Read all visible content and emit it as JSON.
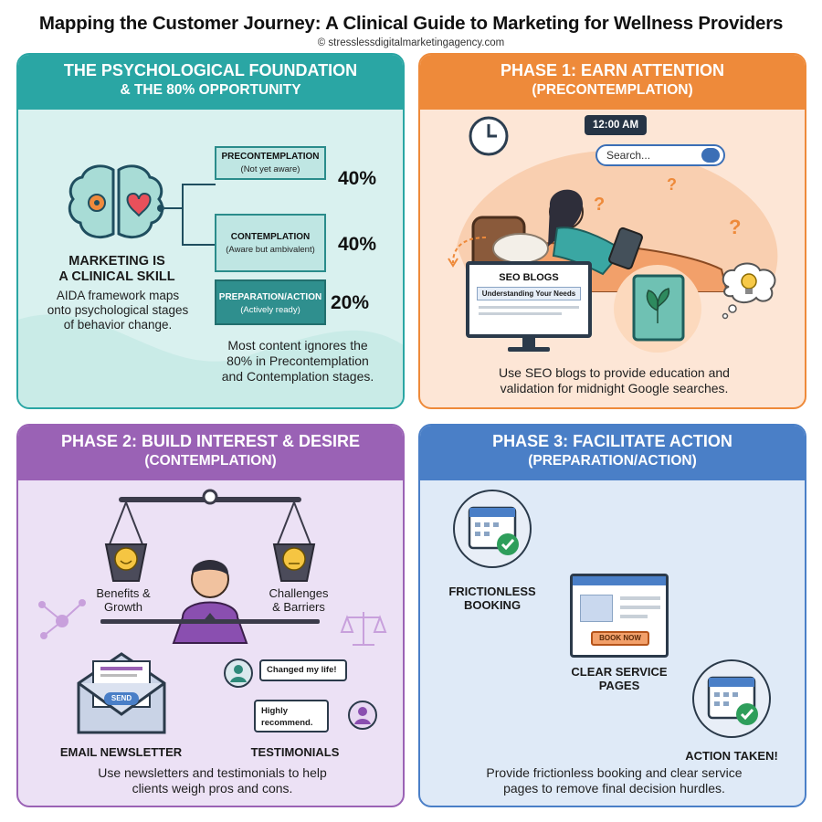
{
  "header": {
    "title": "Mapping the Customer Journey: A Clinical Guide to Marketing for Wellness Providers",
    "credit": "© stresslessdigitalmarketingagency.com"
  },
  "colors": {
    "foundation": "#2aa6a4",
    "phase1": "#ee8a3a",
    "phase2": "#9a62b5",
    "phase3": "#4a7fc7"
  },
  "foundation": {
    "title_line1": "THE PSYCHOLOGICAL FOUNDATION",
    "title_line2": "& THE 80% OPPORTUNITY",
    "skill_line1": "MARKETING IS",
    "skill_line2": "A CLINICAL SKILL",
    "aida_line1": "AIDA framework maps",
    "aida_line2": "onto psychological stages",
    "aida_line3": "of behavior change.",
    "stages": [
      {
        "name": "PRECONTEMPLATION",
        "desc": "(Not yet aware)",
        "percent": "40%"
      },
      {
        "name": "CONTEMPLATION",
        "desc": "(Aware but ambivalent)",
        "percent": "40%"
      },
      {
        "name": "PREPARATION/ACTION",
        "desc": "(Actively ready)",
        "percent": "20%"
      }
    ],
    "note_line1": "Most content ignores the",
    "note_line2": "80% in Precontemplation",
    "note_line3": "and Contemplation stages."
  },
  "phase1": {
    "title_line1": "PHASE 1: EARN ATTENTION",
    "title_line2": "(PRECONTEMPLATION)",
    "clock_time": "12:00 AM",
    "search_placeholder": "Search...",
    "monitor_title": "SEO BLOGS",
    "monitor_bar": "Understanding Your Needs",
    "caption_line1": "Use SEO blogs to provide education and",
    "caption_line2": "validation for midnight Google searches."
  },
  "phase2": {
    "title_line1": "PHASE 2: BUILD INTEREST & DESIRE",
    "title_line2": "(CONTEMPLATION)",
    "left_weight_line1": "Benefits &",
    "left_weight_line2": "Growth",
    "right_weight_line1": "Challenges",
    "right_weight_line2": "& Barriers",
    "send_label": "SEND",
    "email_label": "EMAIL NEWSLETTER",
    "testimonial_1": "Changed my life!",
    "testimonial_2_line1": "Highly",
    "testimonial_2_line2": "recommend.",
    "testimonials_label": "TESTIMONIALS",
    "caption_line1": "Use newsletters and testimonials to help",
    "caption_line2": "clients weigh pros and cons."
  },
  "phase3": {
    "title_line1": "PHASE 3: FACILITATE ACTION",
    "title_line2": "(PREPARATION/ACTION)",
    "booking_line1": "FRICTIONLESS",
    "booking_line2": "BOOKING",
    "book_now": "BOOK NOW",
    "service_line1": "CLEAR SERVICE",
    "service_line2": "PAGES",
    "action_label": "ACTION TAKEN!",
    "caption_line1": "Provide frictionless booking and clear service",
    "caption_line2": "pages to remove final decision hurdles."
  }
}
